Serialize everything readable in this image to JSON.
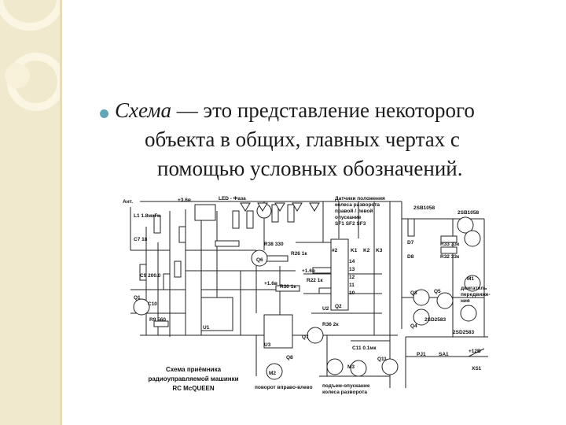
{
  "slide": {
    "bullet": {
      "term": "Схема",
      "line1_rest": " — это представление некоторого",
      "line2": "объекта в общих, главных чертах с",
      "line3": "помощью условных обозначений."
    },
    "schematic": {
      "caption": [
        "Схема приёмника",
        "радиоуправляемой машинки",
        "RC McQUEEN"
      ],
      "labels": {
        "led_phase": "LED - Фаза",
        "sensors": [
          "Датчики положения",
          "колеса разворота",
          "правой / левой",
          "опускание",
          "SF1  SF2  SF3"
        ],
        "ant": "Ант.",
        "l1": "L1 1.8мкГн",
        "c7": "C7 18",
        "c9": "C9 200.0",
        "c10": "C10",
        "r9": "R9 560",
        "r38": "R38 330",
        "r26": "R26 1к",
        "r36": "R36 2к",
        "r30": "R30 1к",
        "r22": "R22 1к",
        "q6": "Q6",
        "q5": "Q5",
        "q1": "Q1",
        "q2": "Q2",
        "q3": "Q3",
        "q4": "Q4",
        "q7": "Q7",
        "q8": "Q8",
        "q11": "Q11",
        "u1": "U1",
        "u2": "U2",
        "u3": "U3",
        "m1": "M1",
        "m2": "M2",
        "m3": "M3",
        "q_2sb1058": "2SB1058",
        "q_2sd2583": "2SD2583",
        "q_2sb1058b": "2SB1058",
        "q_2sd2583b": "2SD2583",
        "r33": "R33 33к",
        "r32": "R32 33к",
        "d7": "D7",
        "d8": "D8",
        "pj1": "PJ1",
        "sa1": "SA1",
        "xs1": "XS1",
        "plus12": "+12В",
        "m1_caption": [
          "двигатель",
          "передвиже-",
          "ния"
        ],
        "m2_caption": "поворот вправо-влево",
        "m3_caption": [
          "подъем-опускание",
          "колеса разворота"
        ],
        "v3_6": "+3.6в",
        "v1_6": "+1.6в",
        "v1_6b": "+1.6в",
        "c11": "C11 0.1мк",
        "pins": [
          "#2",
          "K1",
          "K2",
          "K3",
          "14",
          "13",
          "12",
          "11",
          "10"
        ]
      }
    }
  }
}
